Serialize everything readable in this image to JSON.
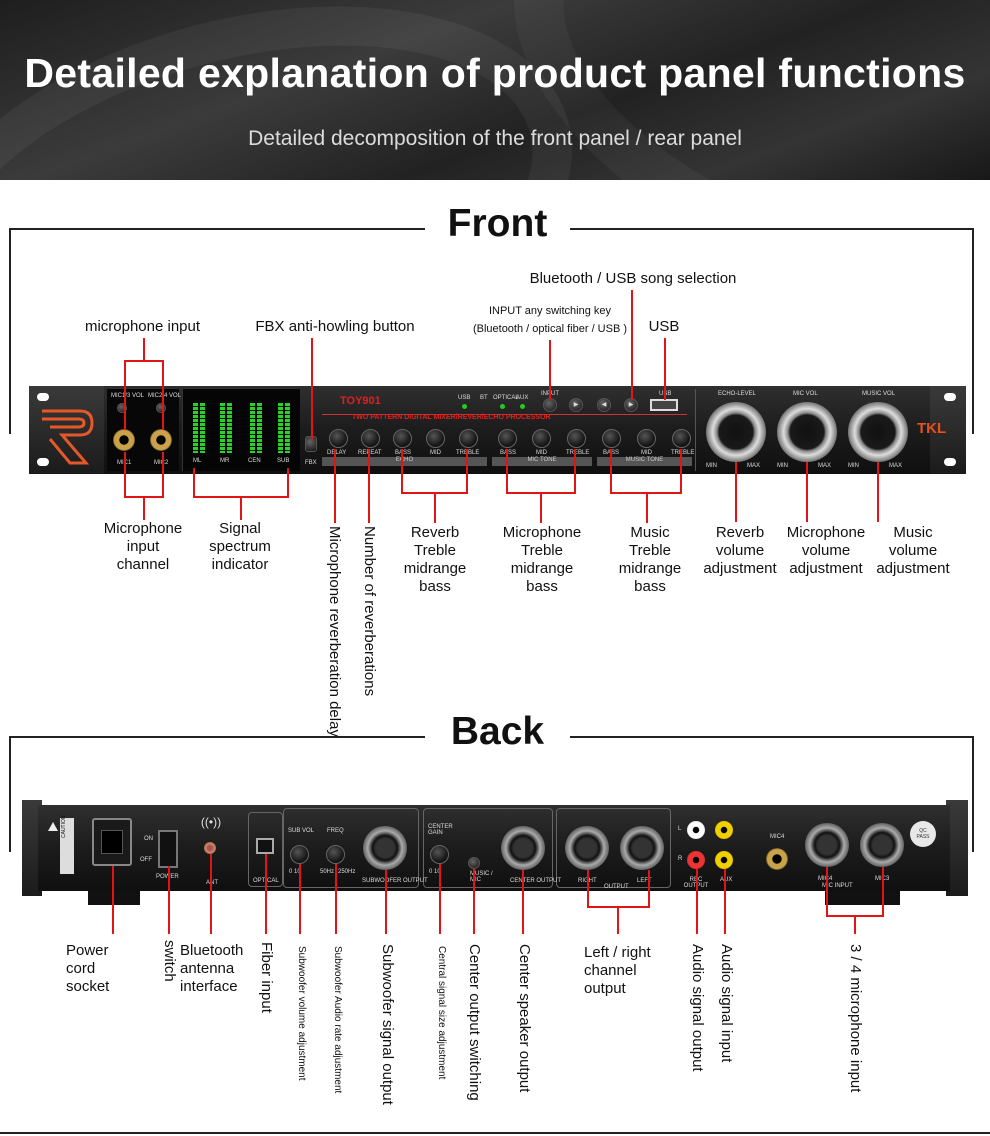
{
  "header": {
    "title": "Detailed explanation of product panel functions",
    "subtitle": "Detailed decomposition of the front panel / rear panel"
  },
  "front": {
    "heading": "Front",
    "device": {
      "model": "TOY901",
      "processor_label": "TWO PATTERN DIGITAL MIXER/REVER/ECHO PROCESSOR",
      "logo": "TKL",
      "mic_vol_1": "MIC1/3 VOL",
      "mic_vol_2": "MIC2/4 VOL",
      "mic1": "MIC1",
      "mic2": "MIC2",
      "fbx": "FBX",
      "meter_labels": [
        "ML",
        "MR",
        "CEN",
        "SUB"
      ],
      "indicators": [
        "USB",
        "BT",
        "OPTICAL",
        "AUX"
      ],
      "input": "INPUT",
      "usb_port": "USB",
      "echo_knobs": [
        "DELAY",
        "REPEAT",
        "BASS",
        "MID",
        "TREBLE"
      ],
      "echo": "ECHO",
      "mic_tone_knobs": [
        "BASS",
        "MID",
        "TREBLE"
      ],
      "mic_tone": "MIC TONE",
      "music_tone_knobs": [
        "BASS",
        "MID",
        "TREBLE"
      ],
      "music_tone": "MUSIC TONE",
      "big_knobs": [
        "ECHO-LEVEL",
        "MIC VOL",
        "MUSIC VOL"
      ],
      "min": "MIN",
      "max": "MAX"
    },
    "labels": {
      "bt_usb_select": "Bluetooth / USB song selection",
      "input_switch_1": "INPUT any switching key",
      "input_switch_2": "(Bluetooth / optical fiber / USB )",
      "usb": "USB",
      "mic_input": "microphone input",
      "fbx": "FBX anti-howling button",
      "mic_channel": [
        "Microphone",
        "input",
        "channel"
      ],
      "spectrum": [
        "Signal",
        "spectrum",
        "indicator"
      ],
      "reverb_delay": "Microphone reverberation delay",
      "reverb_count": "Number of reverberations",
      "reverb_eq": [
        "Reverb",
        "Treble",
        "midrange",
        "bass"
      ],
      "mic_eq": [
        "Microphone",
        "Treble",
        "midrange",
        "bass"
      ],
      "music_eq": [
        "Music",
        "Treble",
        "midrange",
        "bass"
      ],
      "reverb_vol": [
        "Reverb",
        "volume",
        "adjustment"
      ],
      "mic_vol": [
        "Microphone",
        "volume",
        "adjustment"
      ],
      "music_vol": [
        "Music",
        "volume",
        "adjustment"
      ]
    }
  },
  "back": {
    "heading": "Back",
    "device": {
      "caution": "CAUTION",
      "on": "ON",
      "off": "OFF",
      "power": "POWER",
      "ant": "ANT",
      "optical": "OPTICAL",
      "sub_vol": "SUB VOL",
      "freq": "FREQ",
      "sub_range": "0 10",
      "freq_lo": "50Hz",
      "freq_hi": "250Hz",
      "sub_out": "SUBWOOFER OUTPUT",
      "center_gain": "CENTER GAIN",
      "center_range": "0 10",
      "music_mic": "MUSIC / MIC",
      "center_out": "CENTER OUTPUT",
      "right": "RIGHT",
      "left": "LEFT",
      "output": "OUTPUT",
      "l": "L",
      "r": "R",
      "rec_out": "REC OUTPUT",
      "aux": "AUX",
      "mic4_label": "MIC4",
      "mic4": "MIC4",
      "mic3": "MIC3",
      "mic_input": "MIC INPUT",
      "qc": "QC PASS"
    },
    "labels": {
      "power_socket": [
        "Power",
        "cord",
        "socket"
      ],
      "switch": "switch",
      "bt_antenna": [
        "Bluetooth",
        "antenna",
        "interface"
      ],
      "fiber": "Fiber input",
      "sub_vol_adj": "Subwoofer volume adjustment",
      "sub_rate_adj": "Subwoofer Audio rate adjustment",
      "sub_out": "Subwoofer signal output",
      "center_size": "Central signal size adjustment",
      "center_switch": "Center output switching",
      "center_out": "Center speaker output",
      "lr_out": [
        "Left / right",
        "channel",
        "output"
      ],
      "audio_out": "Audio signal output",
      "audio_in": "Audio signal input",
      "mic34": "3 / 4 microphone input"
    }
  }
}
